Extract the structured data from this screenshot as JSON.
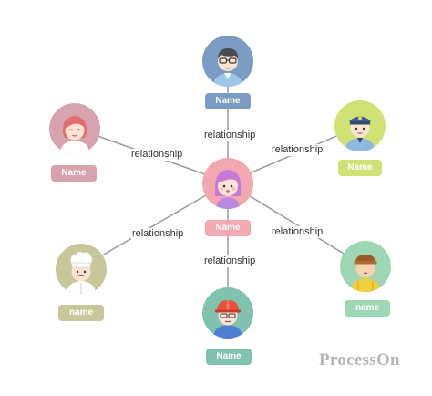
{
  "edge_label": "relationship",
  "colors": {
    "line": "#9a9a9a",
    "center": "#f2a7b1",
    "top": "#7a9cc2",
    "top_left": "#d7a3ae",
    "top_right": "#cfe273",
    "bottom_left": "#c8c79a",
    "bottom_right": "#9ed7b4",
    "bottom": "#7fc2b0"
  },
  "nodes": {
    "center": {
      "label": "Name",
      "icon": "girl-purple-hair-icon"
    },
    "top": {
      "label": "Name",
      "icon": "man-glasses-icon"
    },
    "top_left": {
      "label": "Name",
      "icon": "woman-red-hair-icon"
    },
    "top_right": {
      "label": "Name",
      "icon": "police-officer-icon"
    },
    "bottom_left": {
      "label": "name",
      "icon": "chef-icon"
    },
    "bottom_right": {
      "label": "name",
      "icon": "construction-worker-icon"
    },
    "bottom": {
      "label": "Name",
      "icon": "worker-hard-hat-icon"
    }
  },
  "watermark": "ProcessOn"
}
